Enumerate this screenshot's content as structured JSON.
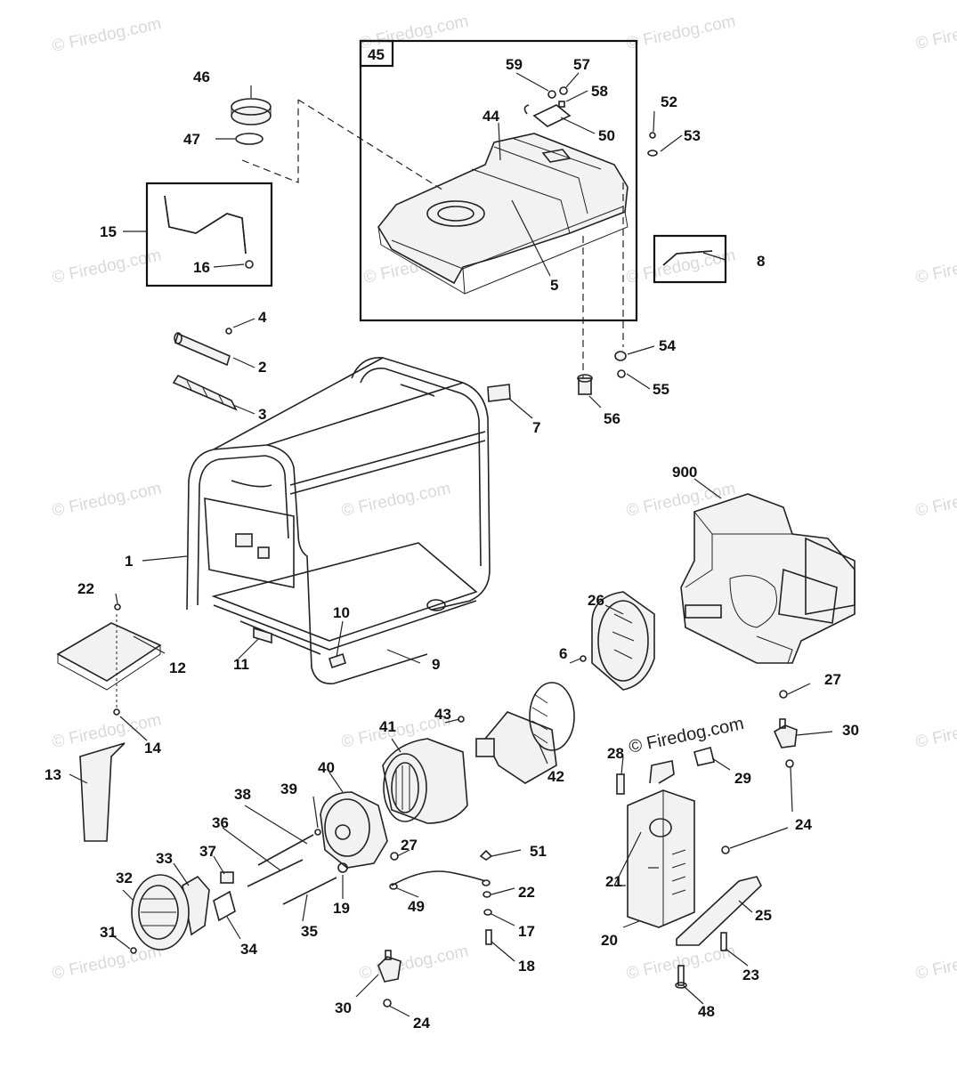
{
  "watermark": {
    "text": "© Firedog.com",
    "center_text": "© Firedog.com"
  },
  "callouts": {
    "c1": "1",
    "c2": "2",
    "c3": "3",
    "c4": "4",
    "c5": "5",
    "c6": "6",
    "c7": "7",
    "c8": "8",
    "c9": "9",
    "c10": "10",
    "c11": "11",
    "c12": "12",
    "c13": "13",
    "c14": "14",
    "c15": "15",
    "c16": "16",
    "c17": "17",
    "c18": "18",
    "c19": "19",
    "c20": "20",
    "c21": "21",
    "c22a": "22",
    "c22b": "22",
    "c23": "23",
    "c24a": "24",
    "c24b": "24",
    "c25": "25",
    "c26": "26",
    "c27a": "27",
    "c27b": "27",
    "c28": "28",
    "c29": "29",
    "c30a": "30",
    "c30b": "30",
    "c31": "31",
    "c32": "32",
    "c33": "33",
    "c34": "34",
    "c35": "35",
    "c36": "36",
    "c37": "37",
    "c38": "38",
    "c39": "39",
    "c40": "40",
    "c41": "41",
    "c42": "42",
    "c43": "43",
    "c44": "44",
    "c45": "45",
    "c46": "46",
    "c47": "47",
    "c48": "48",
    "c49": "49",
    "c50": "50",
    "c51": "51",
    "c52": "52",
    "c53": "53",
    "c54": "54",
    "c55": "55",
    "c56": "56",
    "c57": "57",
    "c58": "58",
    "c59": "59",
    "c900": "900"
  }
}
